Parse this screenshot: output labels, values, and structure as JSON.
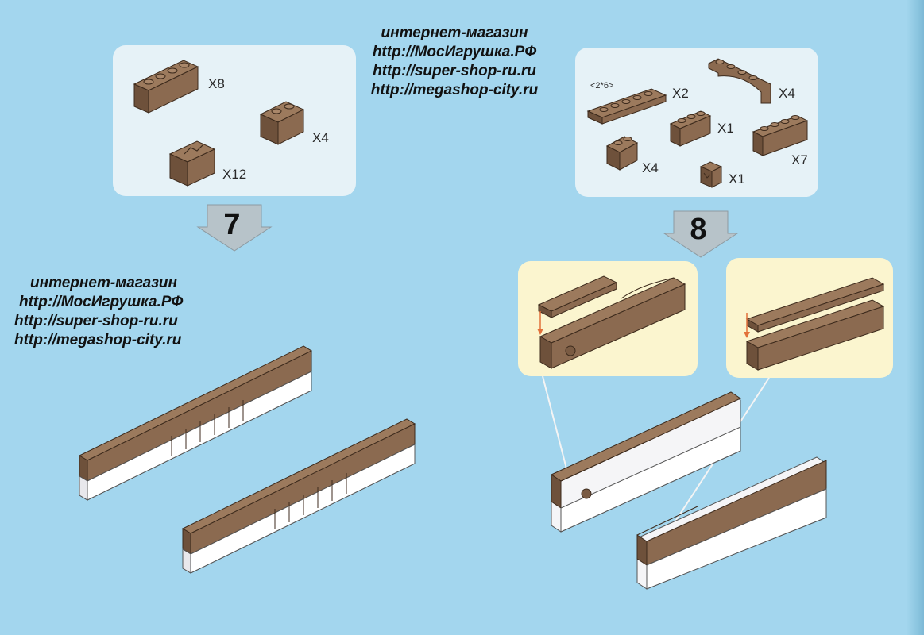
{
  "watermark_top": {
    "line1": "интернет-магазин",
    "line2": "http://МосИгрушка.РФ",
    "line3": "http://super-shop-ru.ru",
    "line4": "http://megashop-city.ru"
  },
  "watermark_left": {
    "line1": "интернет-магазин",
    "line2": "http://МосИгрушка.РФ",
    "line3": "http://super-shop-ru.ru",
    "line4": "http://megashop-city.ru"
  },
  "step7": {
    "number": "7",
    "parts": [
      {
        "qty": "X8",
        "piece": "brick 1x4"
      },
      {
        "qty": "X4",
        "piece": "brick 1x2"
      },
      {
        "qty": "X12",
        "piece": "brick 1x2 printed"
      }
    ]
  },
  "step8": {
    "number": "8",
    "plate_size": "<2*6>",
    "parts": [
      {
        "qty": "X2",
        "piece": "plate 2x6"
      },
      {
        "qty": "X4",
        "piece": "arch 1x6"
      },
      {
        "qty": "X1",
        "piece": "brick 1x3"
      },
      {
        "qty": "X7",
        "piece": "brick 1x4"
      },
      {
        "qty": "X4",
        "piece": "brick 1x2"
      },
      {
        "qty": "X1",
        "piece": "brick 1x1 printed"
      }
    ]
  },
  "colors": {
    "background": "#a3d6ee",
    "brick": "#8b6a50",
    "brick_dark": "#6e513b",
    "parts_panel": "#e6f2f7",
    "detail_panel": "#fbf5cf",
    "guide_arrow": "#e2713a"
  }
}
